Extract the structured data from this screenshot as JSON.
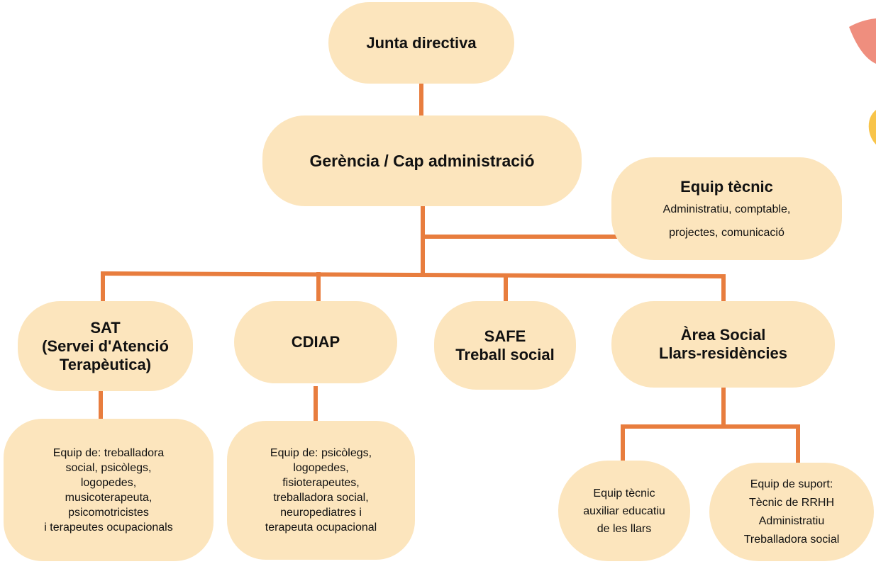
{
  "colors": {
    "box_fill": "#FCE5BD",
    "connector": "#E87D3E",
    "decor_salmon": "#EF8E7E",
    "decor_yellow": "#F8C44A"
  },
  "nodes": {
    "junta": {
      "title": "Junta directiva"
    },
    "gerencia": {
      "title": "Gerència / Cap administració"
    },
    "equip_tecnic": {
      "title": "Equip tècnic",
      "lines": [
        "Administratiu, comptable,",
        "projectes, comunicació"
      ]
    },
    "sat": {
      "lines": [
        "SAT",
        "(Servei d'Atenció",
        "Terapèutica)"
      ]
    },
    "cdiap": {
      "title": "CDIAP"
    },
    "safe": {
      "lines": [
        "SAFE",
        "Treball social"
      ]
    },
    "area_social": {
      "lines": [
        "Àrea Social",
        "Llars-residències"
      ]
    },
    "sat_team": {
      "lines": [
        "Equip de: treballadora",
        "social, psicòlegs,",
        "logopedes,",
        "musicoterapeuta,",
        "psicomotricistes",
        "i terapeutes ocupacionals"
      ]
    },
    "cdiap_team": {
      "lines": [
        "Equip de: psicòlegs,",
        "logopedes,",
        "fisioterapeutes,",
        "treballadora social,",
        "neuropediatres i",
        "terapeuta ocupacional"
      ]
    },
    "equip_tecnic_aux": {
      "lines": [
        "Equip tècnic",
        "auxiliar educatiu",
        "de les llars"
      ]
    },
    "equip_suport": {
      "lines": [
        "Equip de suport:",
        "Tècnic de RRHH",
        "Administratiu",
        "Treballadora social"
      ]
    }
  }
}
